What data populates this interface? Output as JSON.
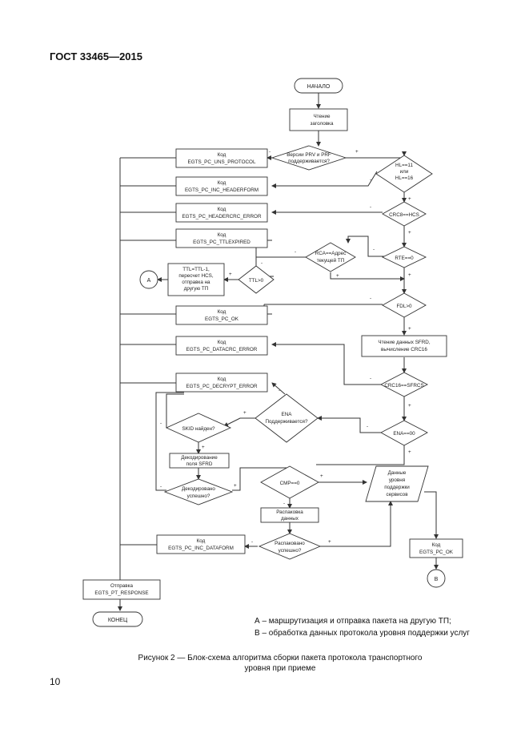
{
  "header": {
    "doc_code": "ГОСТ 33465—2015"
  },
  "page": {
    "number": "10"
  },
  "caption": {
    "line1": "Рисунок 2 — Блок-схема алгоритма сборки пакета протокола транспортного",
    "line2": "уровня при приеме"
  },
  "legend": {
    "a": "А – маршрутизация и отправка пакета на другую ТП;",
    "b": "В – обработка данных протокола уровня поддержки услуг"
  },
  "flowchart": {
    "start": "НАЧАЛО",
    "end": "КОНЕЦ",
    "read_header": [
      "Чтение",
      "заголовка"
    ],
    "d_version": [
      "Версии PRV и PRF",
      "поддерживается?"
    ],
    "d_hl": [
      "HL==11",
      "или",
      "HL==16"
    ],
    "d_crc8": "CRC8==HCS",
    "d_rte": "RTE==0",
    "d_rca": [
      "RCA==Адрес",
      "текущей ТП"
    ],
    "d_ttl": "TTL>0",
    "ttl_box": [
      "TTL=TTL-1,",
      "пересчет HCS,",
      "отправка на",
      "другую ТП"
    ],
    "d_fdl": "FDL>0",
    "read_sfrd": [
      "Чтение данных SFRD,",
      "вычисление CRC16"
    ],
    "d_crc16": "CRC16==SFRCS",
    "d_ena": "ENA==00",
    "d_ena_supported": [
      "ENA",
      "Поддерживается?"
    ],
    "d_skid": "SKID найден?",
    "decode_box": [
      "Декодирование",
      "поля SFRD"
    ],
    "d_decoded": [
      "Декодировано",
      "успешно?"
    ],
    "d_cmp": "CMP==0",
    "unpack_box": [
      "Распаковка",
      "данных"
    ],
    "d_unpacked": [
      "Распаковано",
      "успешно?"
    ],
    "service_data": [
      "Данные",
      "уровня",
      "поддержки",
      "сервисов"
    ],
    "codes": {
      "kod": "Код",
      "uns_protocol": "EGTS_PC_UNS_PROTOCOL",
      "inc_headerform": "EGTS_PC_INC_HEADERFORM",
      "headercrc_error": "EGTS_PC_HEADERCRC_ERROR",
      "ttlexpired": "EGTS_PC_TTLEXPIRED",
      "ok": "EGTS_PC_OK",
      "datacrc_error": "EGTS_PC_DATACRC_ERROR",
      "decrypt_error": "EGTS_PC_DECRYPT_ERROR",
      "inc_dataform": "EGTS_PC_INC_DATAFORM",
      "ok_right": "EGTS_PC_OK"
    },
    "send_response": [
      "Отправка",
      "EGTS_PT_RESPONSE"
    ],
    "connector_a": "A",
    "connector_b": "B",
    "plus": "+",
    "minus": "-"
  }
}
